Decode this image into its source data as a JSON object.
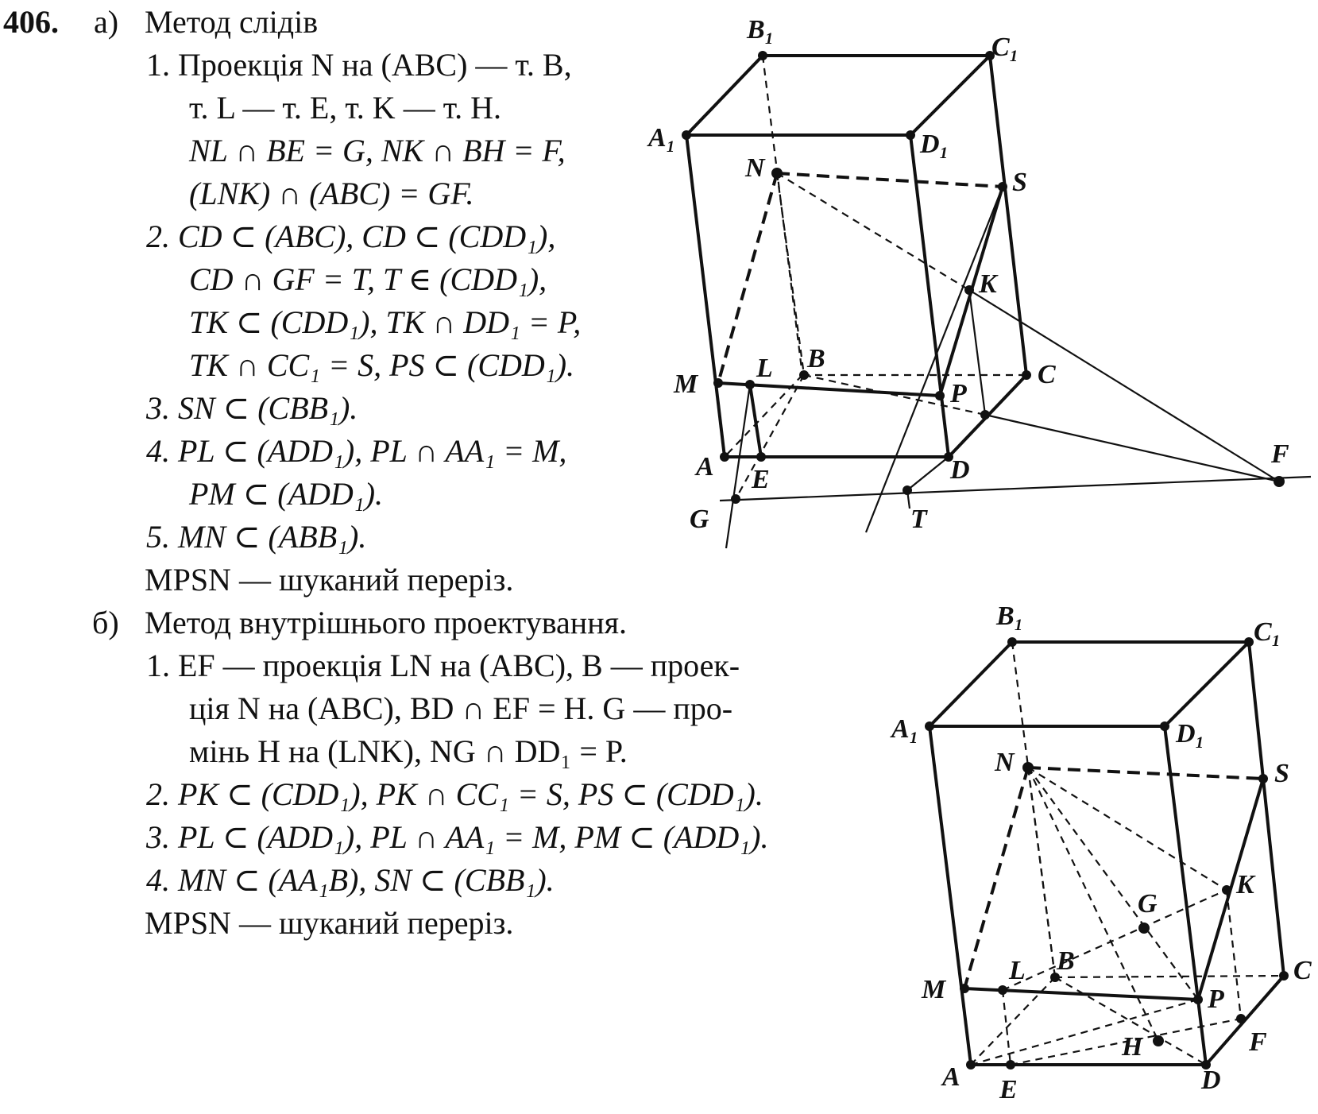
{
  "problem_number": "406.",
  "part_a": {
    "marker": "а)",
    "title": "Метод слідів",
    "lines": [
      "1. Проекція N на (ABC) — т. B,",
      "т. L — т. E, т. K — т. H.",
      "NL ∩ BE = G, NK ∩ BH = F,",
      "(LNK) ∩ (ABC) = GF.",
      "2. CD ⊂ (ABC), CD ⊂ (CDD₁),",
      "CD ∩ GF = T, T ∈ (CDD₁),",
      "TK ⊂ (CDD₁), TK ∩ DD₁ = P,",
      "TK ∩ CC₁ = S, PS ⊂ (CDD₁).",
      "3. SN ⊂ (CBB₁).",
      "4. PL ⊂ (ADD₁), PL ∩ AA₁ = M,",
      "PM ⊂ (ADD₁).",
      "5. MN ⊂ (ABB₁).",
      "MPSN — шуканий переріз."
    ]
  },
  "part_b": {
    "marker": "б)",
    "title": "Метод внутрішнього проектування.",
    "lines": [
      "1. EF — проекція LN на (ABC), B — проек-",
      "ція N на (ABC), BD ∩ EF = H. G — про-",
      "мінь H на (LNK), NG ∩ DD₁ = P.",
      "2. PK ⊂ (CDD₁), PK ∩ CC₁ = S, PS ⊂ (CDD₁).",
      "3. PL ⊂ (ADD₁), PL ∩ AA₁ = M, PM ⊂ (ADD₁).",
      "4. MN ⊂ (AA₁B), SN ⊂ (CBB₁).",
      "MPSN — шуканий переріз."
    ]
  },
  "figure_a": {
    "labels": {
      "B1": "B₁",
      "C1": "C₁",
      "A1": "A₁",
      "D1": "D₁",
      "N": "N",
      "S": "S",
      "K": "K",
      "M": "M",
      "L": "L",
      "B": "B",
      "C": "C",
      "P": "P",
      "A": "A",
      "E": "E",
      "D": "D",
      "F": "F",
      "G": "G",
      "T": "T"
    }
  },
  "figure_b": {
    "labels": {
      "B1": "B₁",
      "C1": "C₁",
      "A1": "A₁",
      "D1": "D₁",
      "N": "N",
      "S": "S",
      "K": "K",
      "G": "G",
      "M": "M",
      "L": "L",
      "B": "B",
      "C": "C",
      "P": "P",
      "H": "H",
      "F": "F",
      "A": "A",
      "E": "E",
      "D": "D"
    }
  }
}
